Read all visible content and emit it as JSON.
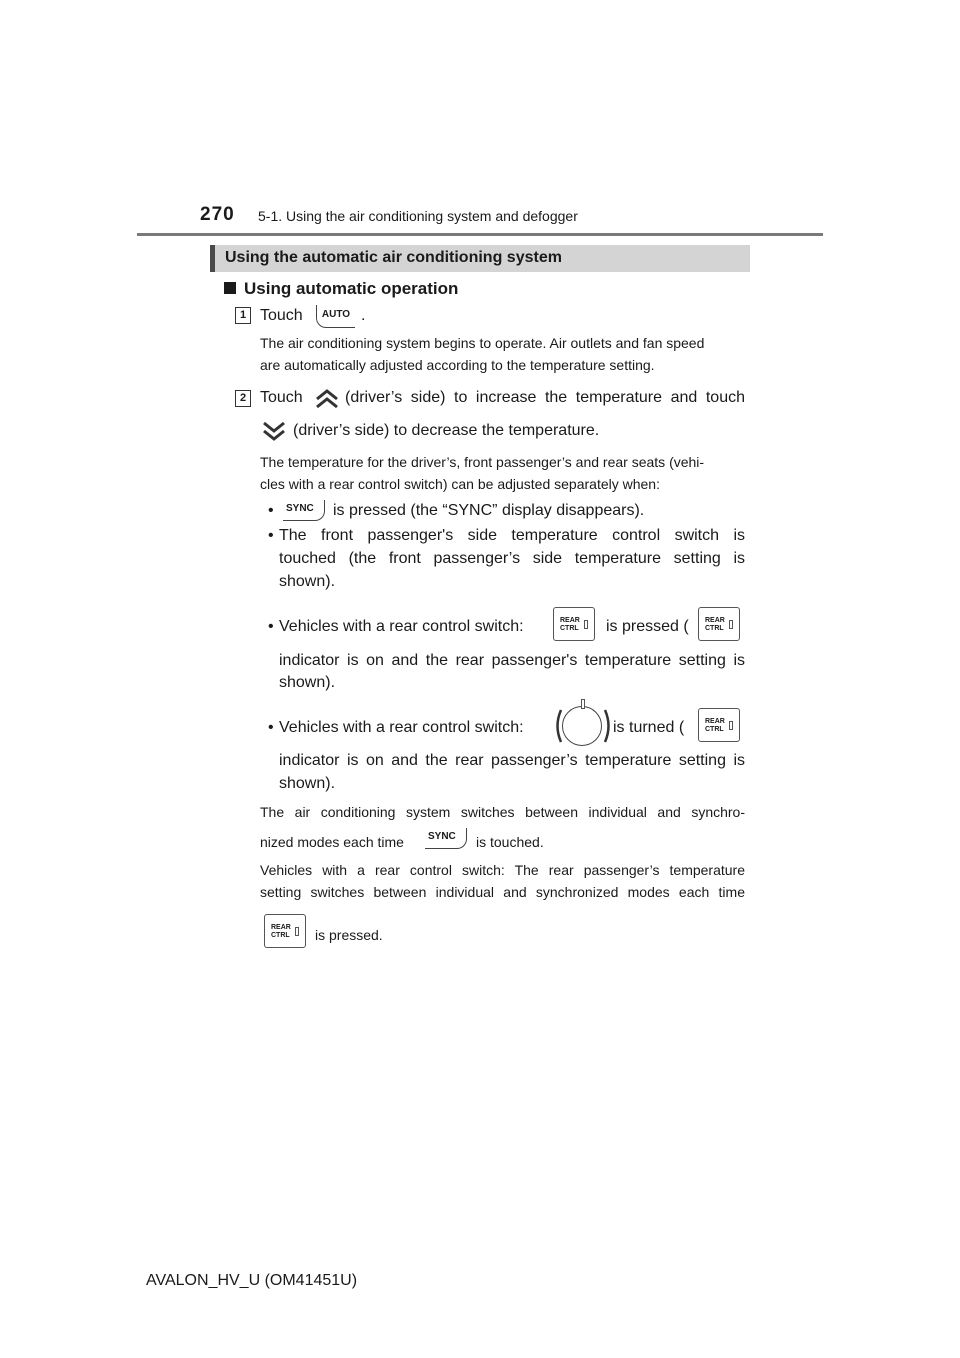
{
  "header": {
    "page_number": "270",
    "chapter": "5-1. Using the air conditioning system and defogger"
  },
  "section": {
    "title": "Using the automatic air conditioning system"
  },
  "subsection": {
    "title": "Using automatic operation"
  },
  "buttons": {
    "auto": "AUTO",
    "sync": "SYNC",
    "rear_line1": "REAR",
    "rear_line2": "CTRL"
  },
  "step1": {
    "number": "1",
    "touch": "Touch",
    "period": ".",
    "note_line1": "The air conditioning system begins to operate. Air outlets and fan speed",
    "note_line2": "are automatically adjusted according to the temperature setting."
  },
  "step2": {
    "number": "2",
    "touch": "Touch",
    "line1_rest": "(driver’s side) to increase the temperature and touch",
    "line2_rest": "(driver’s side) to decrease the temperature.",
    "note_line1": "The temperature for the driver’s, front passenger’s and rear seats (vehi-",
    "note_line2": "cles with a rear control switch) can be adjusted separately when:"
  },
  "bullets": {
    "marker": "•",
    "b1_rest": "is pressed (the “SYNC” display disappears).",
    "b2_line1": "The front passenger's side temperature control switch is",
    "b2_line2": "touched (the front passenger’s side temperature setting is",
    "b2_line3": "shown).",
    "b3_line1_a": "Vehicles with a rear control switch:",
    "b3_line1_b": "is pressed (",
    "b3_line2": "indicator is on and the rear passenger's temperature setting is",
    "b3_line3": "shown).",
    "b4_line1_a": "Vehicles with a rear control switch:",
    "b4_line1_b": "is turned (",
    "b4_line2": "indicator is on and the rear passenger’s temperature setting is",
    "b4_line3": "shown)."
  },
  "notes": {
    "n1_line1": "The air conditioning system switches between individual and synchro-",
    "n1_line2_a": "nized modes each time",
    "n1_line2_b": "is touched.",
    "n2_line1": "Vehicles with a rear control switch: The rear passenger’s temperature",
    "n2_line2": "setting switches between individual and synchronized modes each time",
    "n2_line3": "is pressed."
  },
  "footer": {
    "model": "AVALON_HV_U (OM41451U)"
  }
}
